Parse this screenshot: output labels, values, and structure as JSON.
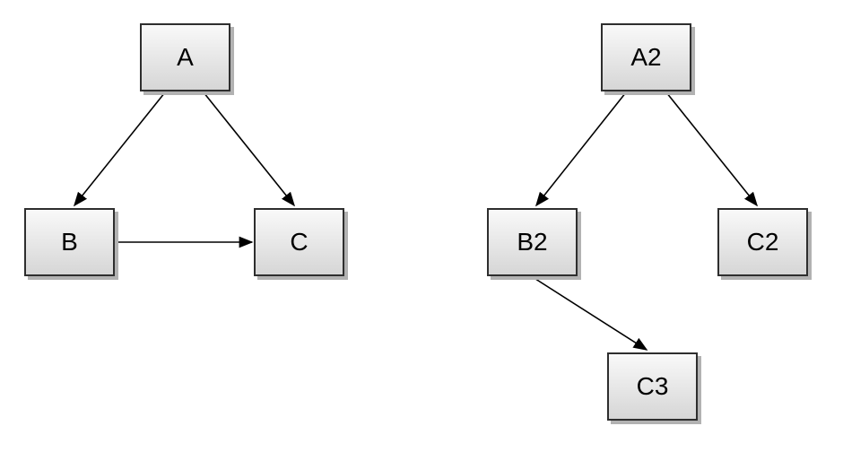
{
  "colors": {
    "background": "#ffffff",
    "node_fill_top": "#f9f9f9",
    "node_fill_bottom": "#d6d6d6",
    "node_border": "#2e2e2e",
    "node_shadow": "#b2b2b2",
    "edge": "#000000",
    "label": "#000000"
  },
  "graphs": [
    {
      "name": "left-graph",
      "nodes": [
        {
          "id": "A",
          "label": "A"
        },
        {
          "id": "B",
          "label": "B"
        },
        {
          "id": "C",
          "label": "C"
        }
      ],
      "edges": [
        {
          "from": "A",
          "to": "B"
        },
        {
          "from": "A",
          "to": "C"
        },
        {
          "from": "B",
          "to": "C"
        }
      ]
    },
    {
      "name": "right-graph",
      "nodes": [
        {
          "id": "A2",
          "label": "A2"
        },
        {
          "id": "B2",
          "label": "B2"
        },
        {
          "id": "C2",
          "label": "C2"
        },
        {
          "id": "C3",
          "label": "C3"
        }
      ],
      "edges": [
        {
          "from": "A2",
          "to": "B2"
        },
        {
          "from": "A2",
          "to": "C2"
        },
        {
          "from": "B2",
          "to": "C3"
        }
      ]
    }
  ]
}
